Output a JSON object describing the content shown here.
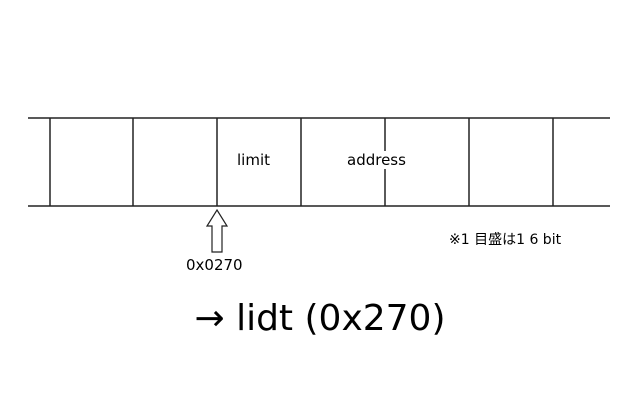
{
  "memory": {
    "cells": [
      "",
      "",
      "limit",
      "address",
      "",
      ""
    ],
    "limit_label": "limit",
    "address_label": "address"
  },
  "pointer": {
    "label": "0x0270",
    "icon": "up-arrow-icon"
  },
  "note": "※1 目盛は1 6 bit",
  "instruction": "→ lidt (0x270)"
}
